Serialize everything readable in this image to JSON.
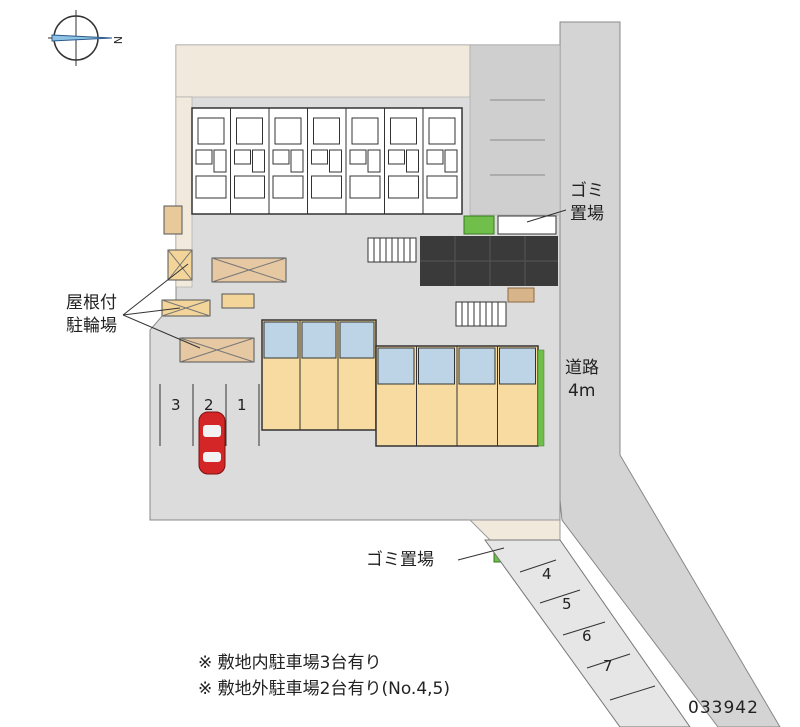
{
  "compass": {
    "north_letter": "N"
  },
  "labels": {
    "garbage_top_line1": "ゴミ",
    "garbage_top_line2": "置場",
    "bike_line1": "屋根付",
    "bike_line2": "駐輪場",
    "road_line1": "道路",
    "road_line2": "4m",
    "garbage_bottom": "ゴミ置場"
  },
  "parking_inside": [
    "3",
    "2",
    "1"
  ],
  "parking_outside": [
    "4",
    "5",
    "6",
    "7"
  ],
  "notes": [
    "※ 敷地内駐車場3台有り",
    "※ 敷地外駐車場2台有り(No.4,5)"
  ],
  "map_code": "033942",
  "colors": {
    "lot": "#dcdcdc",
    "road": "#d4d4d4",
    "tan": "#f1e9dc",
    "unit": "#f7dba0",
    "unit_blue": "#bcd4e6",
    "dark_tile": "#3a3a3a",
    "green": "#66bb44",
    "car": "#d42626"
  }
}
